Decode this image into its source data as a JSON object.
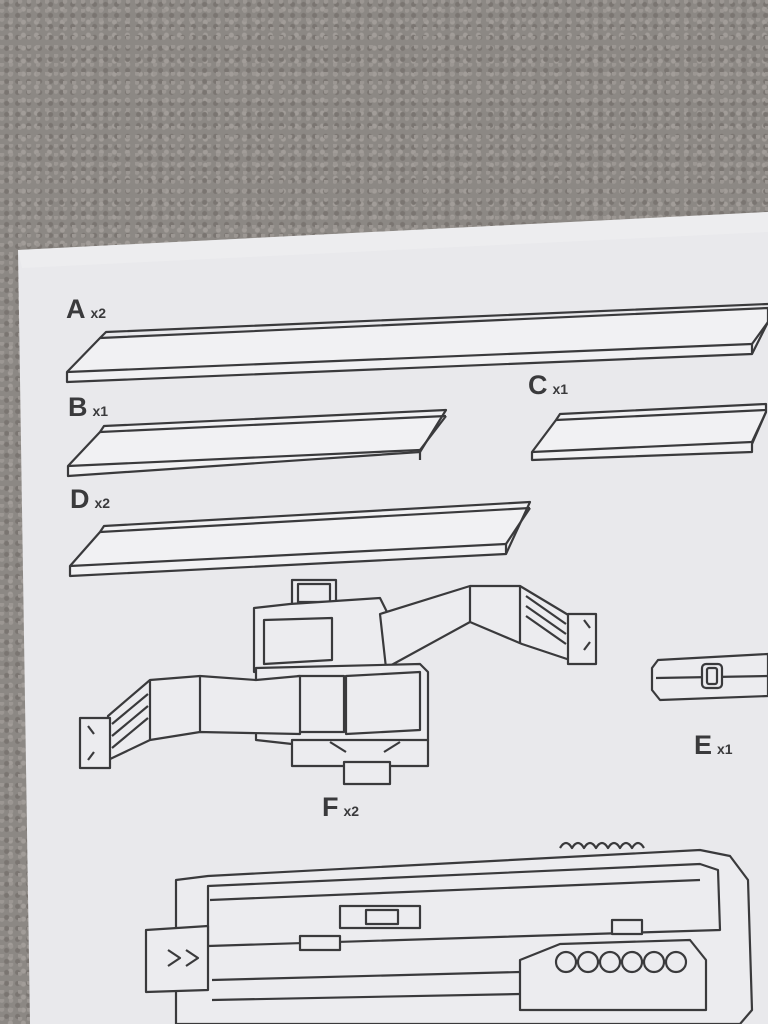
{
  "parts": [
    {
      "letter": "A",
      "qty": "x2"
    },
    {
      "letter": "B",
      "qty": "x1"
    },
    {
      "letter": "C",
      "qty": "x1"
    },
    {
      "letter": "D",
      "qty": "x2"
    },
    {
      "letter": "E",
      "qty": "x1"
    },
    {
      "letter": "F",
      "qty": "x2"
    }
  ],
  "colors": {
    "paper": "#e9e9ec",
    "ink": "#3a3a3c",
    "carpet": "#8c8884"
  }
}
